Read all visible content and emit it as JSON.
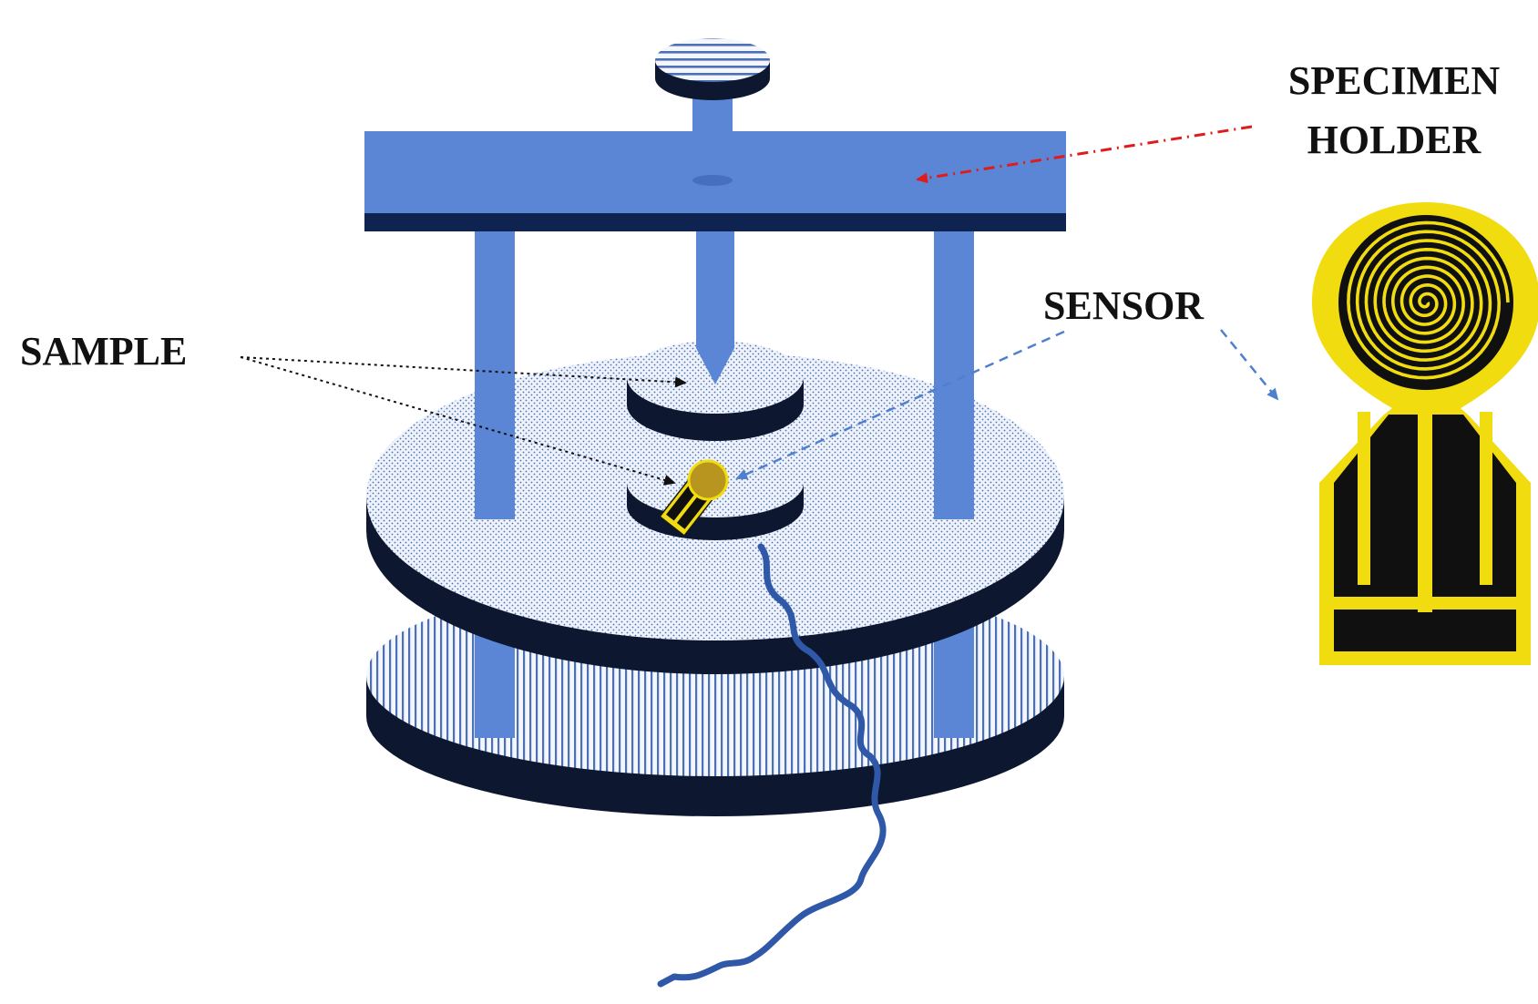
{
  "labels": {
    "specimen_line1": "SPECIMEN",
    "specimen_line2": "HOLDER",
    "sensor": "SENSOR",
    "sample": "SAMPLE"
  },
  "colors": {
    "frame_blue": "#5b86d6",
    "frame_dark": "#0f2350",
    "disc_dot": "#4d6fb3",
    "disc_edge": "#0d1730",
    "sensor_gold": "#f1dc10",
    "sensor_black": "#101010",
    "cable_blue": "#2f58a8",
    "arrow_red": "#e01b1b",
    "arrow_blue": "#4f7fcf",
    "arrow_black": "#111111"
  }
}
